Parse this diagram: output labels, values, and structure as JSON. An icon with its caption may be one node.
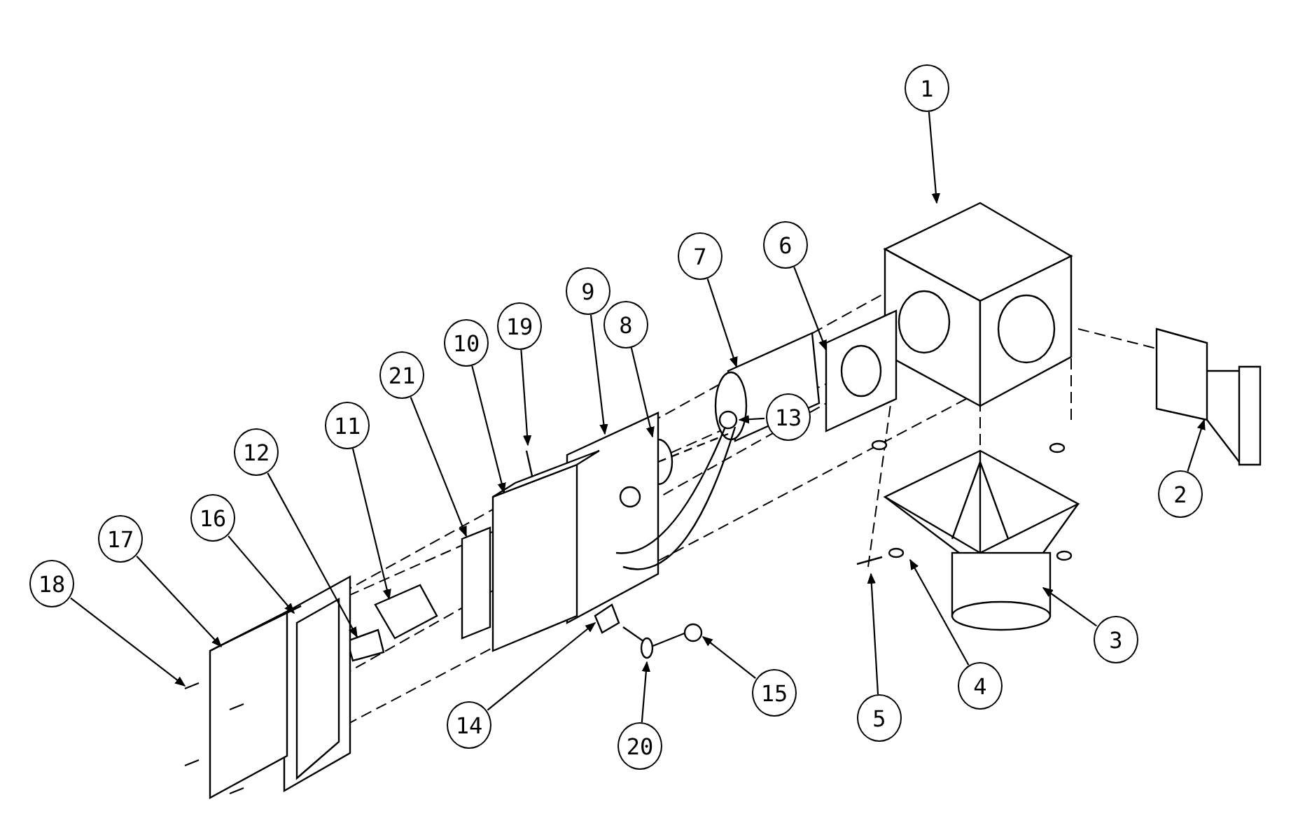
{
  "diagram": {
    "nodes": [
      {
        "text": [
          "1"
        ]
      },
      {
        "text": [
          "2"
        ]
      },
      {
        "text": [
          "3"
        ]
      },
      {
        "text": [
          "4"
        ]
      },
      {
        "text": [
          "5"
        ]
      },
      {
        "text": [
          "6"
        ]
      },
      {
        "text": [
          "7"
        ]
      },
      {
        "text": [
          "8"
        ]
      },
      {
        "text": [
          "9"
        ]
      },
      {
        "text": [
          "10"
        ]
      },
      {
        "text": [
          "11"
        ]
      },
      {
        "text": [
          "12"
        ]
      },
      {
        "text": [
          "13"
        ]
      },
      {
        "text": [
          "14"
        ]
      },
      {
        "text": [
          "15"
        ]
      },
      {
        "text": [
          "16"
        ]
      },
      {
        "text": [
          "17"
        ]
      },
      {
        "text": [
          "18"
        ]
      },
      {
        "text": [
          "19"
        ]
      },
      {
        "text": [
          "20"
        ]
      },
      {
        "text": [
          "21"
        ]
      }
    ],
    "edges": [
      {
        "from": 0,
        "to": null,
        "arrow": "to"
      },
      {
        "from": 1,
        "to": null,
        "arrow": "to"
      },
      {
        "from": 2,
        "to": null,
        "arrow": "to"
      },
      {
        "from": 3,
        "to": null,
        "arrow": "to"
      },
      {
        "from": 4,
        "to": null,
        "arrow": "to"
      },
      {
        "from": 5,
        "to": null,
        "arrow": "to"
      },
      {
        "from": 6,
        "to": null,
        "arrow": "to"
      },
      {
        "from": 7,
        "to": null,
        "arrow": "to"
      },
      {
        "from": 8,
        "to": null,
        "arrow": "to"
      },
      {
        "from": 9,
        "to": null,
        "arrow": "to"
      },
      {
        "from": 10,
        "to": null,
        "arrow": "to"
      },
      {
        "from": 11,
        "to": null,
        "arrow": "to"
      },
      {
        "from": 12,
        "to": null,
        "arrow": "to"
      },
      {
        "from": 13,
        "to": null,
        "arrow": "to"
      },
      {
        "from": 14,
        "to": null,
        "arrow": "to"
      },
      {
        "from": 15,
        "to": null,
        "arrow": "to"
      },
      {
        "from": 16,
        "to": null,
        "arrow": "to"
      },
      {
        "from": 17,
        "to": null,
        "arrow": "to"
      },
      {
        "from": 18,
        "to": null,
        "arrow": "to"
      },
      {
        "from": 19,
        "to": null,
        "arrow": "to"
      },
      {
        "from": 20,
        "to": null,
        "arrow": "to"
      }
    ]
  }
}
